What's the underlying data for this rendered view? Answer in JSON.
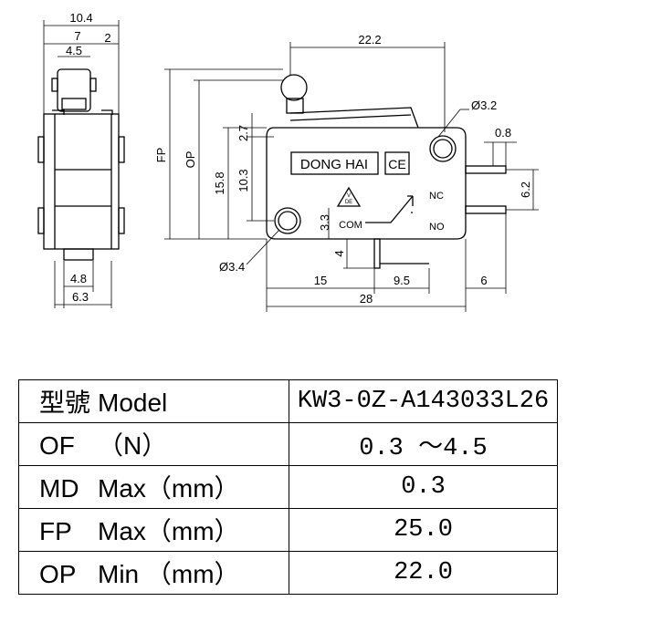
{
  "drawing": {
    "dims": {
      "side_width": "10.4",
      "side_7": "7",
      "side_2": "2",
      "side_45": "4.5",
      "side_48": "4.8",
      "side_63": "6.3",
      "lever_length": "22.2",
      "roller_dia": "Ø3.2",
      "hole_dia": "Ø3.4",
      "fp_label": "FP",
      "op_label": "OP",
      "d27": "2.7",
      "d158": "15.8",
      "d103": "10.3",
      "d33": "3.3",
      "d4": "4",
      "d15": "15",
      "d95": "9.5",
      "d6": "6",
      "d28": "28",
      "d08": "0.8",
      "d62": "6.2"
    },
    "markings": {
      "brand": "DONG HAI",
      "ce": "CE",
      "nc": "NC",
      "no": "NO",
      "com": "COM",
      "vde_v": "V",
      "vde_de": "DE"
    }
  },
  "specs": [
    {
      "code": "型號",
      "unit": "Model",
      "value": "KW3-0Z-A143033L26"
    },
    {
      "code": "OF",
      "unit": "（N）",
      "value": "0.3 ～4.5"
    },
    {
      "code": "MD",
      "unit": "Max（mm）",
      "value": "0.3"
    },
    {
      "code": "FP",
      "unit": "Max（mm）",
      "value": "25.0"
    },
    {
      "code": "OP",
      "unit": "Min （mm）",
      "value": "22.0"
    }
  ]
}
